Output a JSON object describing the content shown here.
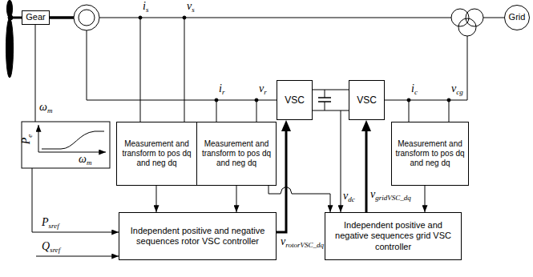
{
  "diagram": {
    "nodes": [
      {
        "text": [
          "Gear"
        ]
      },
      {
        "text": [
          "Grid"
        ]
      },
      {
        "text": [
          "VSC"
        ]
      },
      {
        "text": [
          "VSC"
        ]
      },
      {
        "text": [
          "Measurement and transform to pos dq and neg dq"
        ]
      },
      {
        "text": [
          "Measurement and transform to pos dq and neg dq"
        ]
      },
      {
        "text": [
          "Measurement and transform to pos dq and neg dq"
        ]
      },
      {
        "text": [
          "Independent positive and negative sequences rotor VSC controller"
        ]
      },
      {
        "text": [
          "Independent positive and negative sequences grid VSC controller"
        ]
      }
    ],
    "edges": [
      {
        "from": 4,
        "to": 7,
        "arrow": "to"
      },
      {
        "from": 5,
        "to": 7,
        "arrow": "to"
      },
      {
        "from": 5,
        "to": 8,
        "arrow": "to"
      },
      {
        "from": 6,
        "to": 8,
        "arrow": "to"
      },
      {
        "from": 7,
        "to": 2,
        "label": "vrotorVSC_dq",
        "arrow": "to"
      },
      {
        "from": 8,
        "to": 3,
        "label": "vgridVSC_dq",
        "arrow": "to"
      },
      {
        "from": 2,
        "to": 3,
        "arrow": "none"
      },
      {
        "from": 2,
        "to": 3,
        "arrow": "none"
      }
    ],
    "labels": [
      "is",
      "vs",
      "ωm",
      "ir",
      "vr",
      "Pe",
      "ωm",
      "vdc",
      "ic",
      "vcg",
      "Psref",
      "Qsref"
    ]
  }
}
